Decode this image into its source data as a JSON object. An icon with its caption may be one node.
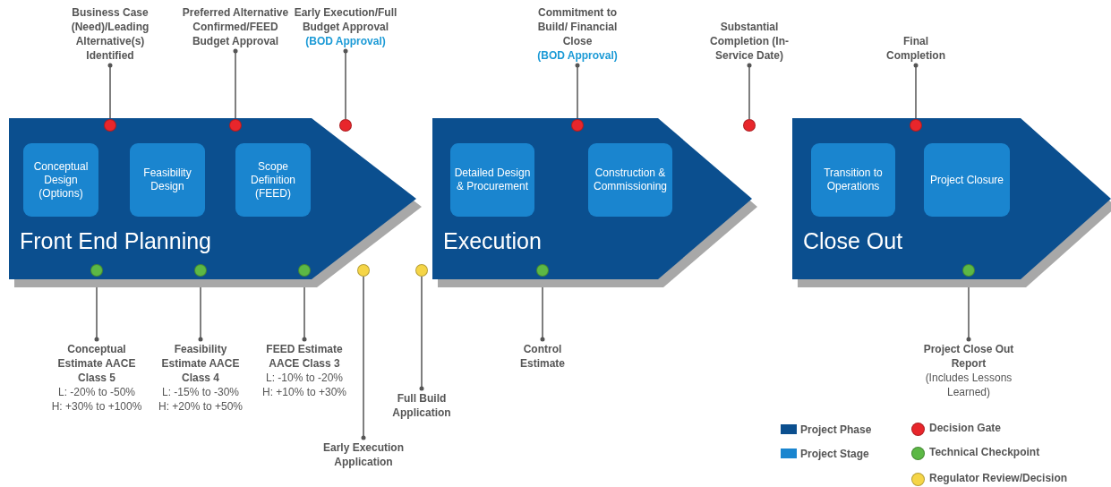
{
  "diagram": {
    "nodes": [
      {
        "text": [
          "Front End Planning"
        ]
      },
      {
        "text": [
          "Conceptual Design (Options)"
        ],
        "in": 0
      },
      {
        "text": [
          "Feasibility Design"
        ],
        "in": 0
      },
      {
        "text": [
          "Scope Definition (FEED)"
        ],
        "in": 0
      },
      {
        "text": [
          "Execution"
        ]
      },
      {
        "text": [
          "Detailed Design & Procurement"
        ],
        "in": 4
      },
      {
        "text": [
          "Construction & Commissioning"
        ],
        "in": 4
      },
      {
        "text": [
          "Close Out"
        ]
      },
      {
        "text": [
          "Transition to Operations"
        ],
        "in": 7
      },
      {
        "text": [
          "Project Closure"
        ],
        "in": 7
      },
      {
        "text": [
          "Business Case (Need)/Leading Alternative(s) Identified"
        ]
      },
      {
        "text": [],
        "shape": "circle"
      },
      {
        "text": [
          "Preferred Alternative Confirmed/FEED Budget Approval"
        ]
      },
      {
        "text": [],
        "shape": "circle"
      },
      {
        "text": [
          "Early Execution/Full Budget Approval",
          "(BOD Approval)"
        ]
      },
      {
        "text": [],
        "shape": "circle"
      },
      {
        "text": [
          "Commitment to Build/ Financial Close",
          "(BOD Approval)"
        ]
      },
      {
        "text": [],
        "shape": "circle"
      },
      {
        "text": [
          "Substantial Completion (In-Service Date)"
        ]
      },
      {
        "text": [],
        "shape": "circle"
      },
      {
        "text": [
          "Final Completion"
        ]
      },
      {
        "text": [],
        "shape": "circle"
      },
      {
        "text": [],
        "shape": "circle",
        "in": 0
      },
      {
        "text": [
          "Conceptual Estimate AACE Class 5",
          "L: -20% to -50%",
          "H: +30% to +100%"
        ]
      },
      {
        "text": [],
        "shape": "circle",
        "in": 0
      },
      {
        "text": [
          "Feasibility Estimate AACE Class 4",
          "L: -15% to -30%",
          "H: +20% to +50%"
        ]
      },
      {
        "text": [],
        "shape": "circle",
        "in": 0
      },
      {
        "text": [
          "FEED Estimate AACE Class 3",
          "L: -10% to -20%",
          "H: +10% to +30%"
        ]
      },
      {
        "text": [],
        "shape": "circle"
      },
      {
        "text": [
          "Early Execution Application"
        ]
      },
      {
        "text": [],
        "shape": "circle"
      },
      {
        "text": [
          "Full Build Application"
        ]
      },
      {
        "text": [],
        "shape": "circle",
        "in": 4
      },
      {
        "text": [
          "Control Estimate"
        ]
      },
      {
        "text": [],
        "shape": "circle",
        "in": 7
      },
      {
        "text": [
          "Project Close Out Report",
          "(Includes Lessons Learned)"
        ]
      }
    ],
    "edges": [
      {
        "from": 10,
        "to": 11,
        "arrow": "other"
      },
      {
        "from": 12,
        "to": 13,
        "arrow": "other"
      },
      {
        "from": 14,
        "to": 15,
        "arrow": "other"
      },
      {
        "from": 16,
        "to": 17,
        "arrow": "other"
      },
      {
        "from": 18,
        "to": 19,
        "arrow": "other"
      },
      {
        "from": 20,
        "to": 21,
        "arrow": "other"
      },
      {
        "from": 23,
        "to": 22,
        "arrow": "other"
      },
      {
        "from": 25,
        "to": 24,
        "arrow": "other"
      },
      {
        "from": 27,
        "to": 26,
        "arrow": "other"
      },
      {
        "from": 29,
        "to": 28,
        "arrow": "other"
      },
      {
        "from": 31,
        "to": 30,
        "arrow": "other"
      },
      {
        "from": 33,
        "to": 32,
        "arrow": "other"
      },
      {
        "from": 35,
        "to": 34,
        "arrow": "other"
      }
    ],
    "legend": [
      {
        "text": "Project Phase",
        "color": "#0b4f8f"
      },
      {
        "text": "Project Stage",
        "color": "#1a85cf"
      },
      {
        "text": "Decision Gate",
        "color": "#e8262b"
      },
      {
        "text": "Technical Checkpoint",
        "color": "#5cb845"
      },
      {
        "text": "Regulator Review/Decision",
        "color": "#f5d547"
      }
    ]
  }
}
